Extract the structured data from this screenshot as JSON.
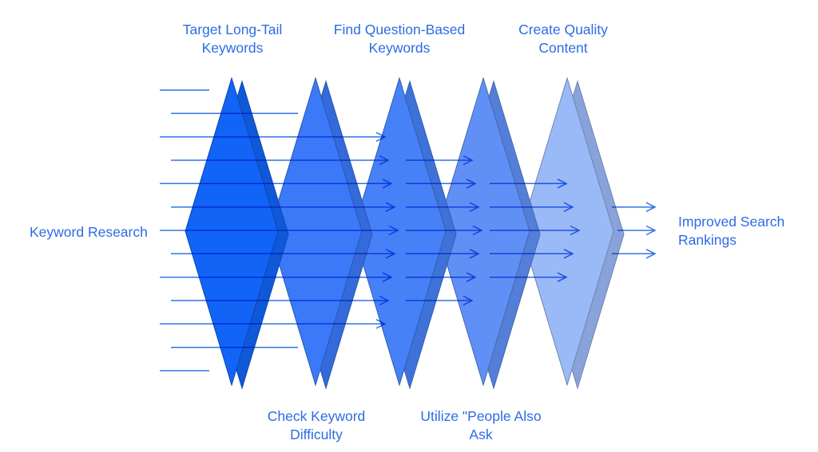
{
  "flow": {
    "start_label": "Keyword Research",
    "end_label": "Improved Search\nRankings",
    "input_line_count": 13,
    "output_arrow_count": 3
  },
  "steps": [
    {
      "label": "Target Long-Tail\nKeywords",
      "position": "top",
      "color": "#1164f6"
    },
    {
      "label": "Check Keyword\nDifficulty",
      "position": "bottom",
      "color": "#3b79f8"
    },
    {
      "label": "Find Question-Based\nKeywords",
      "position": "top",
      "color": "#4681f7"
    },
    {
      "label": "Utilize \"People Also\nAsk",
      "position": "bottom",
      "color": "#6090f5"
    },
    {
      "label": "Create Quality\nContent",
      "position": "top",
      "color": "#9ab9f7"
    }
  ],
  "colors": {
    "background": "#ffffff",
    "line": "#3372e8",
    "text": "#2b6ce5"
  }
}
